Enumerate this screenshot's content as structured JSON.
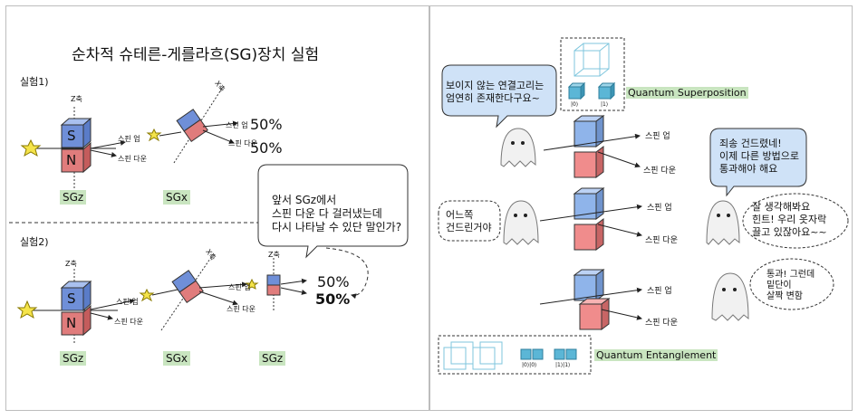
{
  "left": {
    "title": "순차적 슈테른-게를라흐(SG)장치 실험",
    "exp1": {
      "label": "실험1)",
      "z_axis": "Z축",
      "x_axis": "X축",
      "magnet_s": "S",
      "magnet_n": "N",
      "sgz": "SGz",
      "sgx": "SGx",
      "spin_up": "스핀 업",
      "spin_down": "스핀 다운",
      "pct_up": "50%",
      "pct_down": "50%"
    },
    "exp2": {
      "label": "실험2)",
      "z_axis": "Z축",
      "x_axis": "X축",
      "z_axis_small": "Z축",
      "magnet_s": "S",
      "magnet_n": "N",
      "sgz": "SGz",
      "sgx": "SGx",
      "sgz2": "SGz",
      "spin_up": "스핀 업",
      "spin_down": "스핀 다운",
      "pct_up": "50%",
      "pct_down": "50%"
    },
    "bubble": [
      "앞서 SGz에서",
      "스핀 다운 다 걸러냈는데",
      "다시 나타날 수 있단 말인가?"
    ]
  },
  "right": {
    "bubble1": [
      "보이지 않는 연결고리는",
      "엄연히 존재한다구요~"
    ],
    "superposition_label": "Quantum Superposition",
    "ket0": "|0⟩",
    "ket1": "|1⟩",
    "spin_up": "스핀 업",
    "spin_down": "스핀 다운",
    "bubble2": [
      "죄송 건드렸네!",
      "이제 다른 방법으로",
      "통과해야 해요"
    ],
    "bubble3": [
      "어느쪽",
      "건드린거야"
    ],
    "bubble4": [
      "잘 생각해봐요",
      "힌트! 우리 옷자락",
      "끌고 있잖아요~~"
    ],
    "bubble5": [
      "통과! 그런데",
      "밑단이",
      "살짝 변함"
    ],
    "entanglement_label": "Quantum Entanglement",
    "ket00": "|0⟩|0⟩",
    "ket11": "|1⟩|1⟩"
  },
  "colors": {
    "magnet_s": "#6f8fd8",
    "magnet_n": "#e07c7c",
    "cube_blue": "#8fb4ea",
    "cube_red": "#f08c8c",
    "label_green": "#c9e5c0",
    "cyan_box": "#5bb6d6"
  }
}
